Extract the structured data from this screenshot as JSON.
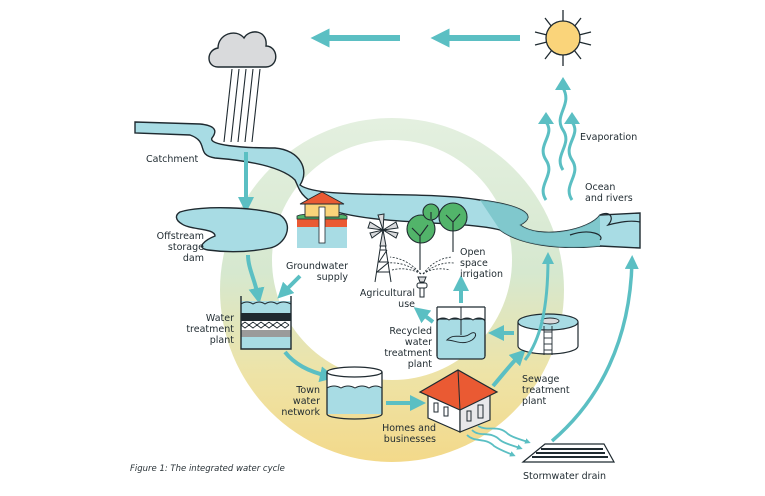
{
  "figure": {
    "caption": "Figure 1: The integrated water cycle",
    "colors": {
      "arrow": "#5bbfc3",
      "water_light": "#a8dce4",
      "water_dark": "#79c4c9",
      "outline": "#1f2a30",
      "ring_green": "#d8ead2",
      "ring_yellow": "#f3dd8e",
      "roof": "#ea5a33",
      "sun": "#fad47a",
      "tree": "#52b46a",
      "cloud": "#d9dadc"
    }
  },
  "labels": {
    "catchment": "Catchment",
    "evaporation": "Evaporation",
    "ocean_rivers": "Ocean\nand rivers",
    "offstream_dam": "Offstream\nstorage\ndam",
    "groundwater": "Groundwater\nsupply",
    "water_treatment": "Water\ntreatment\nplant",
    "agricultural": "Agricultural\nuse",
    "open_space": "Open\nspace\nirrigation",
    "recycled": "Recycled\nwater\ntreatment\nplant",
    "sewage": "Sewage\ntreatment\nplant",
    "town_water": "Town\nwater\nnetwork",
    "homes": "Homes and\nbusinesses",
    "stormwater": "Stormwater drain"
  },
  "icons": {
    "cloud": "rain-cloud-icon",
    "sun": "sun-icon",
    "windmill": "windmill-icon",
    "trees": "tree-icon",
    "sprinkler": "sprinkler-icon",
    "house": "house-icon",
    "tank": "tank-icon",
    "filter": "filter-icon",
    "drain": "drain-icon"
  }
}
